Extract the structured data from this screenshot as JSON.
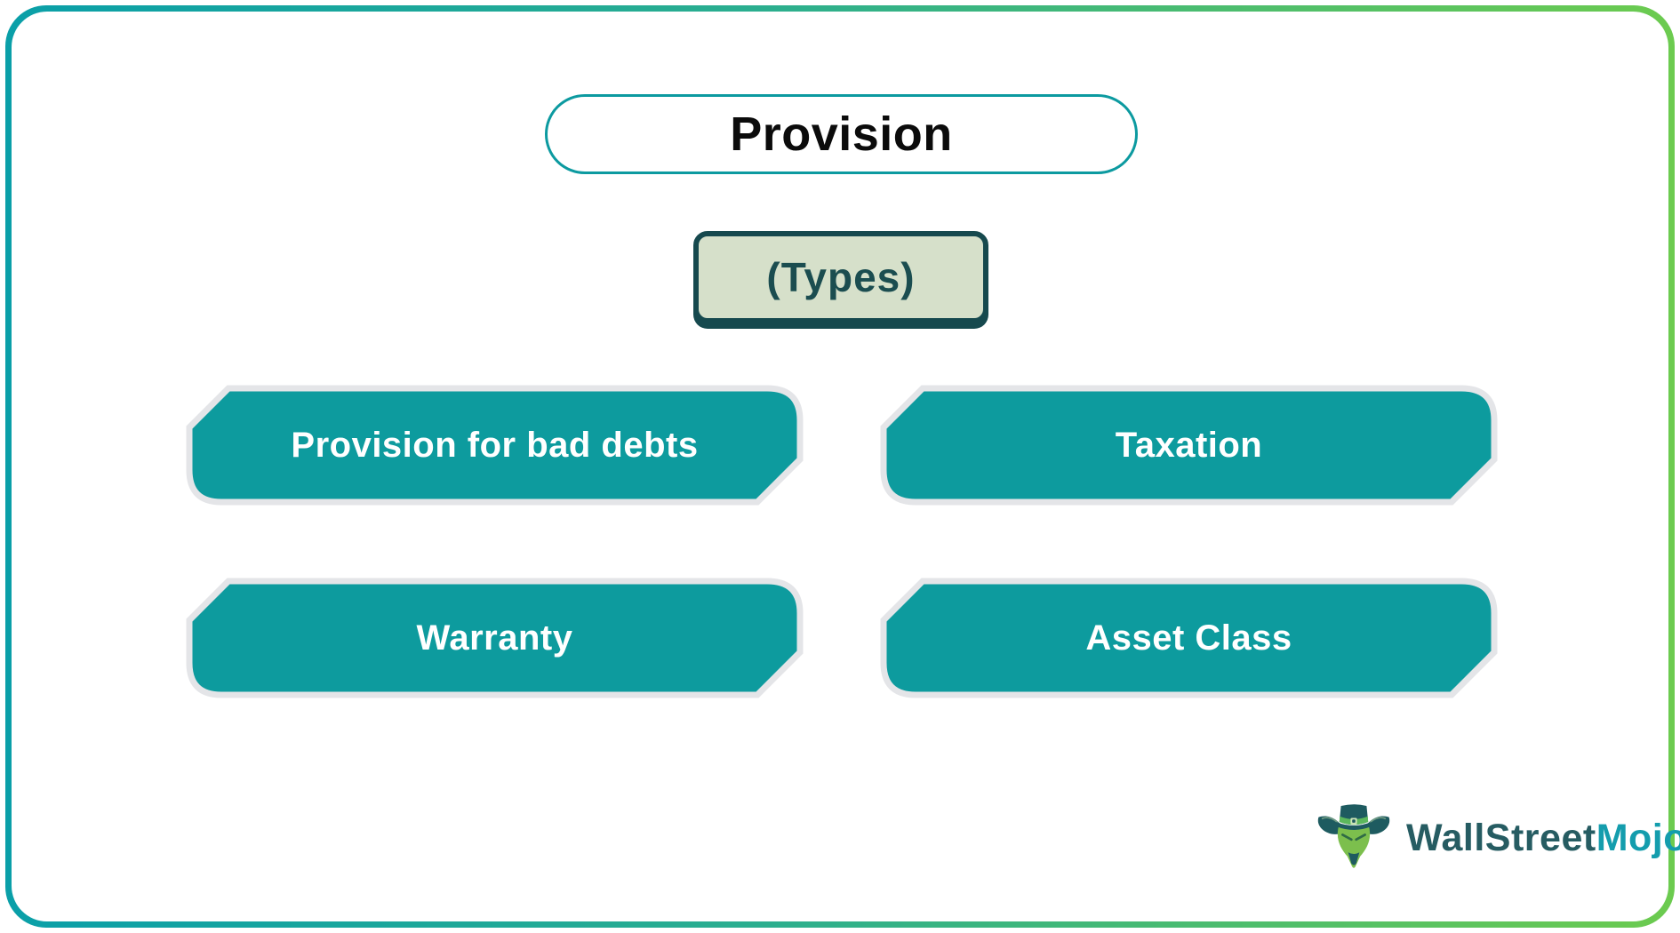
{
  "title": {
    "label": "Provision"
  },
  "subtitle": {
    "label": "(Types)"
  },
  "types": [
    {
      "label": "Provision for bad debts"
    },
    {
      "label": "Taxation"
    },
    {
      "label": "Warranty"
    },
    {
      "label": "Asset Class"
    }
  ],
  "logo": {
    "brand_primary": "WallStreet",
    "brand_secondary": "Mojo",
    "icon": "bull-with-top-hat-icon"
  },
  "colors": {
    "frame_gradient_start": "#0A9FA8",
    "frame_gradient_end": "#6CCB4F",
    "title_border": "#0C9AA0",
    "types_background": "#D6E0CA",
    "types_border": "#16494E",
    "types_text": "#1B4D50",
    "box_fill": "#0D9B9E",
    "box_border": "#E4E5E8",
    "box_text": "#FFFFFF",
    "brand_primary_color": "#265C62",
    "brand_secondary_color": "#149DAD"
  }
}
